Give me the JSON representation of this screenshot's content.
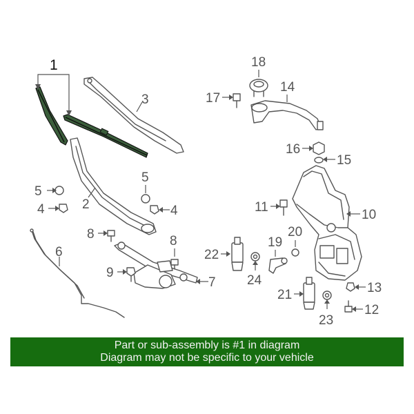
{
  "diagram": {
    "callouts": {
      "c1": "1",
      "c2": "2",
      "c3": "3",
      "c4a": "4",
      "c4b": "4",
      "c5a": "5",
      "c5b": "5",
      "c6": "6",
      "c7": "7",
      "c8a": "8",
      "c8b": "8",
      "c9": "9",
      "c10": "10",
      "c11": "11",
      "c12": "12",
      "c13": "13",
      "c14": "14",
      "c15": "15",
      "c16": "16",
      "c17": "17",
      "c18": "18",
      "c19": "19",
      "c20": "20",
      "c21": "21",
      "c22": "22",
      "c23": "23",
      "c24": "24"
    },
    "highlight_color": "#3b5e3b"
  },
  "banner": {
    "line1": "Part or sub-assembly is #1 in diagram",
    "line2": "Diagram may not be specific to your vehicle",
    "background": "#166d0f"
  }
}
